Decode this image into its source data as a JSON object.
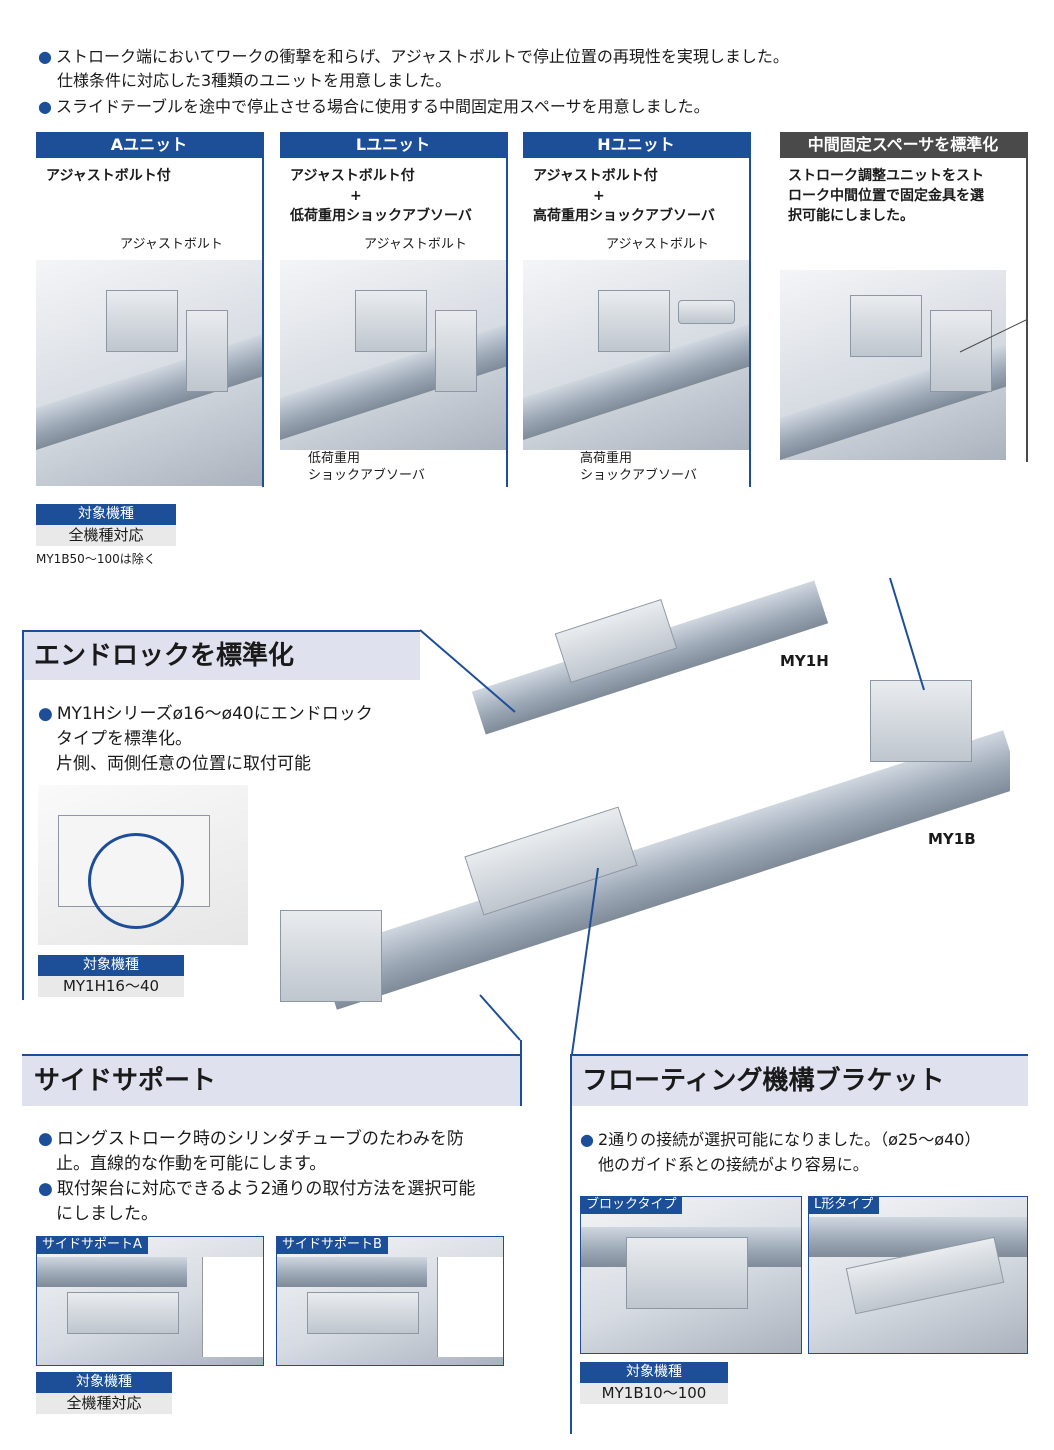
{
  "intro": {
    "bullet1_line1": "ストローク端においてワークの衝撃を和らげ、アジャストボルトで停止位置の再現性を実現しました。",
    "bullet1_line2": "仕様条件に対応した3種類のユニットを用意しました。",
    "bullet2": "スライドテーブルを途中で停止させる場合に使用する中間固定用スペーサを用意しました。"
  },
  "units": [
    {
      "title": "Aユニット",
      "desc1": "アジャストボルト付",
      "desc2": "",
      "desc3": "",
      "callout_top": "アジャストボルト",
      "callout_bottom1": "",
      "callout_bottom2": ""
    },
    {
      "title": "Lユニット",
      "desc1": "アジャストボルト付",
      "desc2": "+",
      "desc3": "低荷重用ショックアブソーバ",
      "callout_top": "アジャストボルト",
      "callout_bottom1": "低荷重用",
      "callout_bottom2": "ショックアブソーバ"
    },
    {
      "title": "Hユニット",
      "desc1": "アジャストボルト付",
      "desc2": "+",
      "desc3": "高荷重用ショックアブソーバ",
      "callout_top": "アジャストボルト",
      "callout_bottom1": "高荷重用",
      "callout_bottom2": "ショックアブソーバ"
    },
    {
      "title": "中間固定スペーサを標準化",
      "desc1": "ストローク調整ユニットをスト",
      "desc2": "ローク中間位置で固定金具を選",
      "desc3": "択可能にしました。",
      "callout_top": "",
      "callout_bottom1": "",
      "callout_bottom2": ""
    }
  ],
  "units_target": {
    "head": "対象機種",
    "value": "全機種対応",
    "note": "MY1B50～100は除く"
  },
  "models": {
    "top": "MY1H",
    "bottom": "MY1B"
  },
  "endlock": {
    "title": "エンドロックを標準化",
    "line1": "MY1Hシリーズø16～ø40にエンドロック",
    "line2": "タイプを標準化。",
    "line3": "片側、両側任意の位置に取付可能",
    "target_head": "対象機種",
    "target_value": "MY1H16～40"
  },
  "side_support": {
    "title": "サイドサポート",
    "line1": "ロングストローク時のシリンダチューブのたわみを防",
    "line2": "止。直線的な作動を可能にします。",
    "line3": "取付架台に対応できるよう2通りの取付方法を選択可能",
    "line4": "にしました。",
    "tag_a": "サイドサポートA",
    "tag_b": "サイドサポートB",
    "target_head": "対象機種",
    "target_value": "全機種対応"
  },
  "floating": {
    "title": "フローティング機構ブラケット",
    "line1": "2通りの接続が選択可能になりました。（ø25～ø40）",
    "line2": "他のガイド系との接続がより容易に。",
    "tag_block": "ブロックタイプ",
    "tag_l": "L形タイプ",
    "target_head": "対象機種",
    "target_value": "MY1B10～100"
  },
  "colors": {
    "accent": "#1d4f99",
    "section_bg": "#dfe1ef",
    "gray_head": "#4a4a4a"
  }
}
